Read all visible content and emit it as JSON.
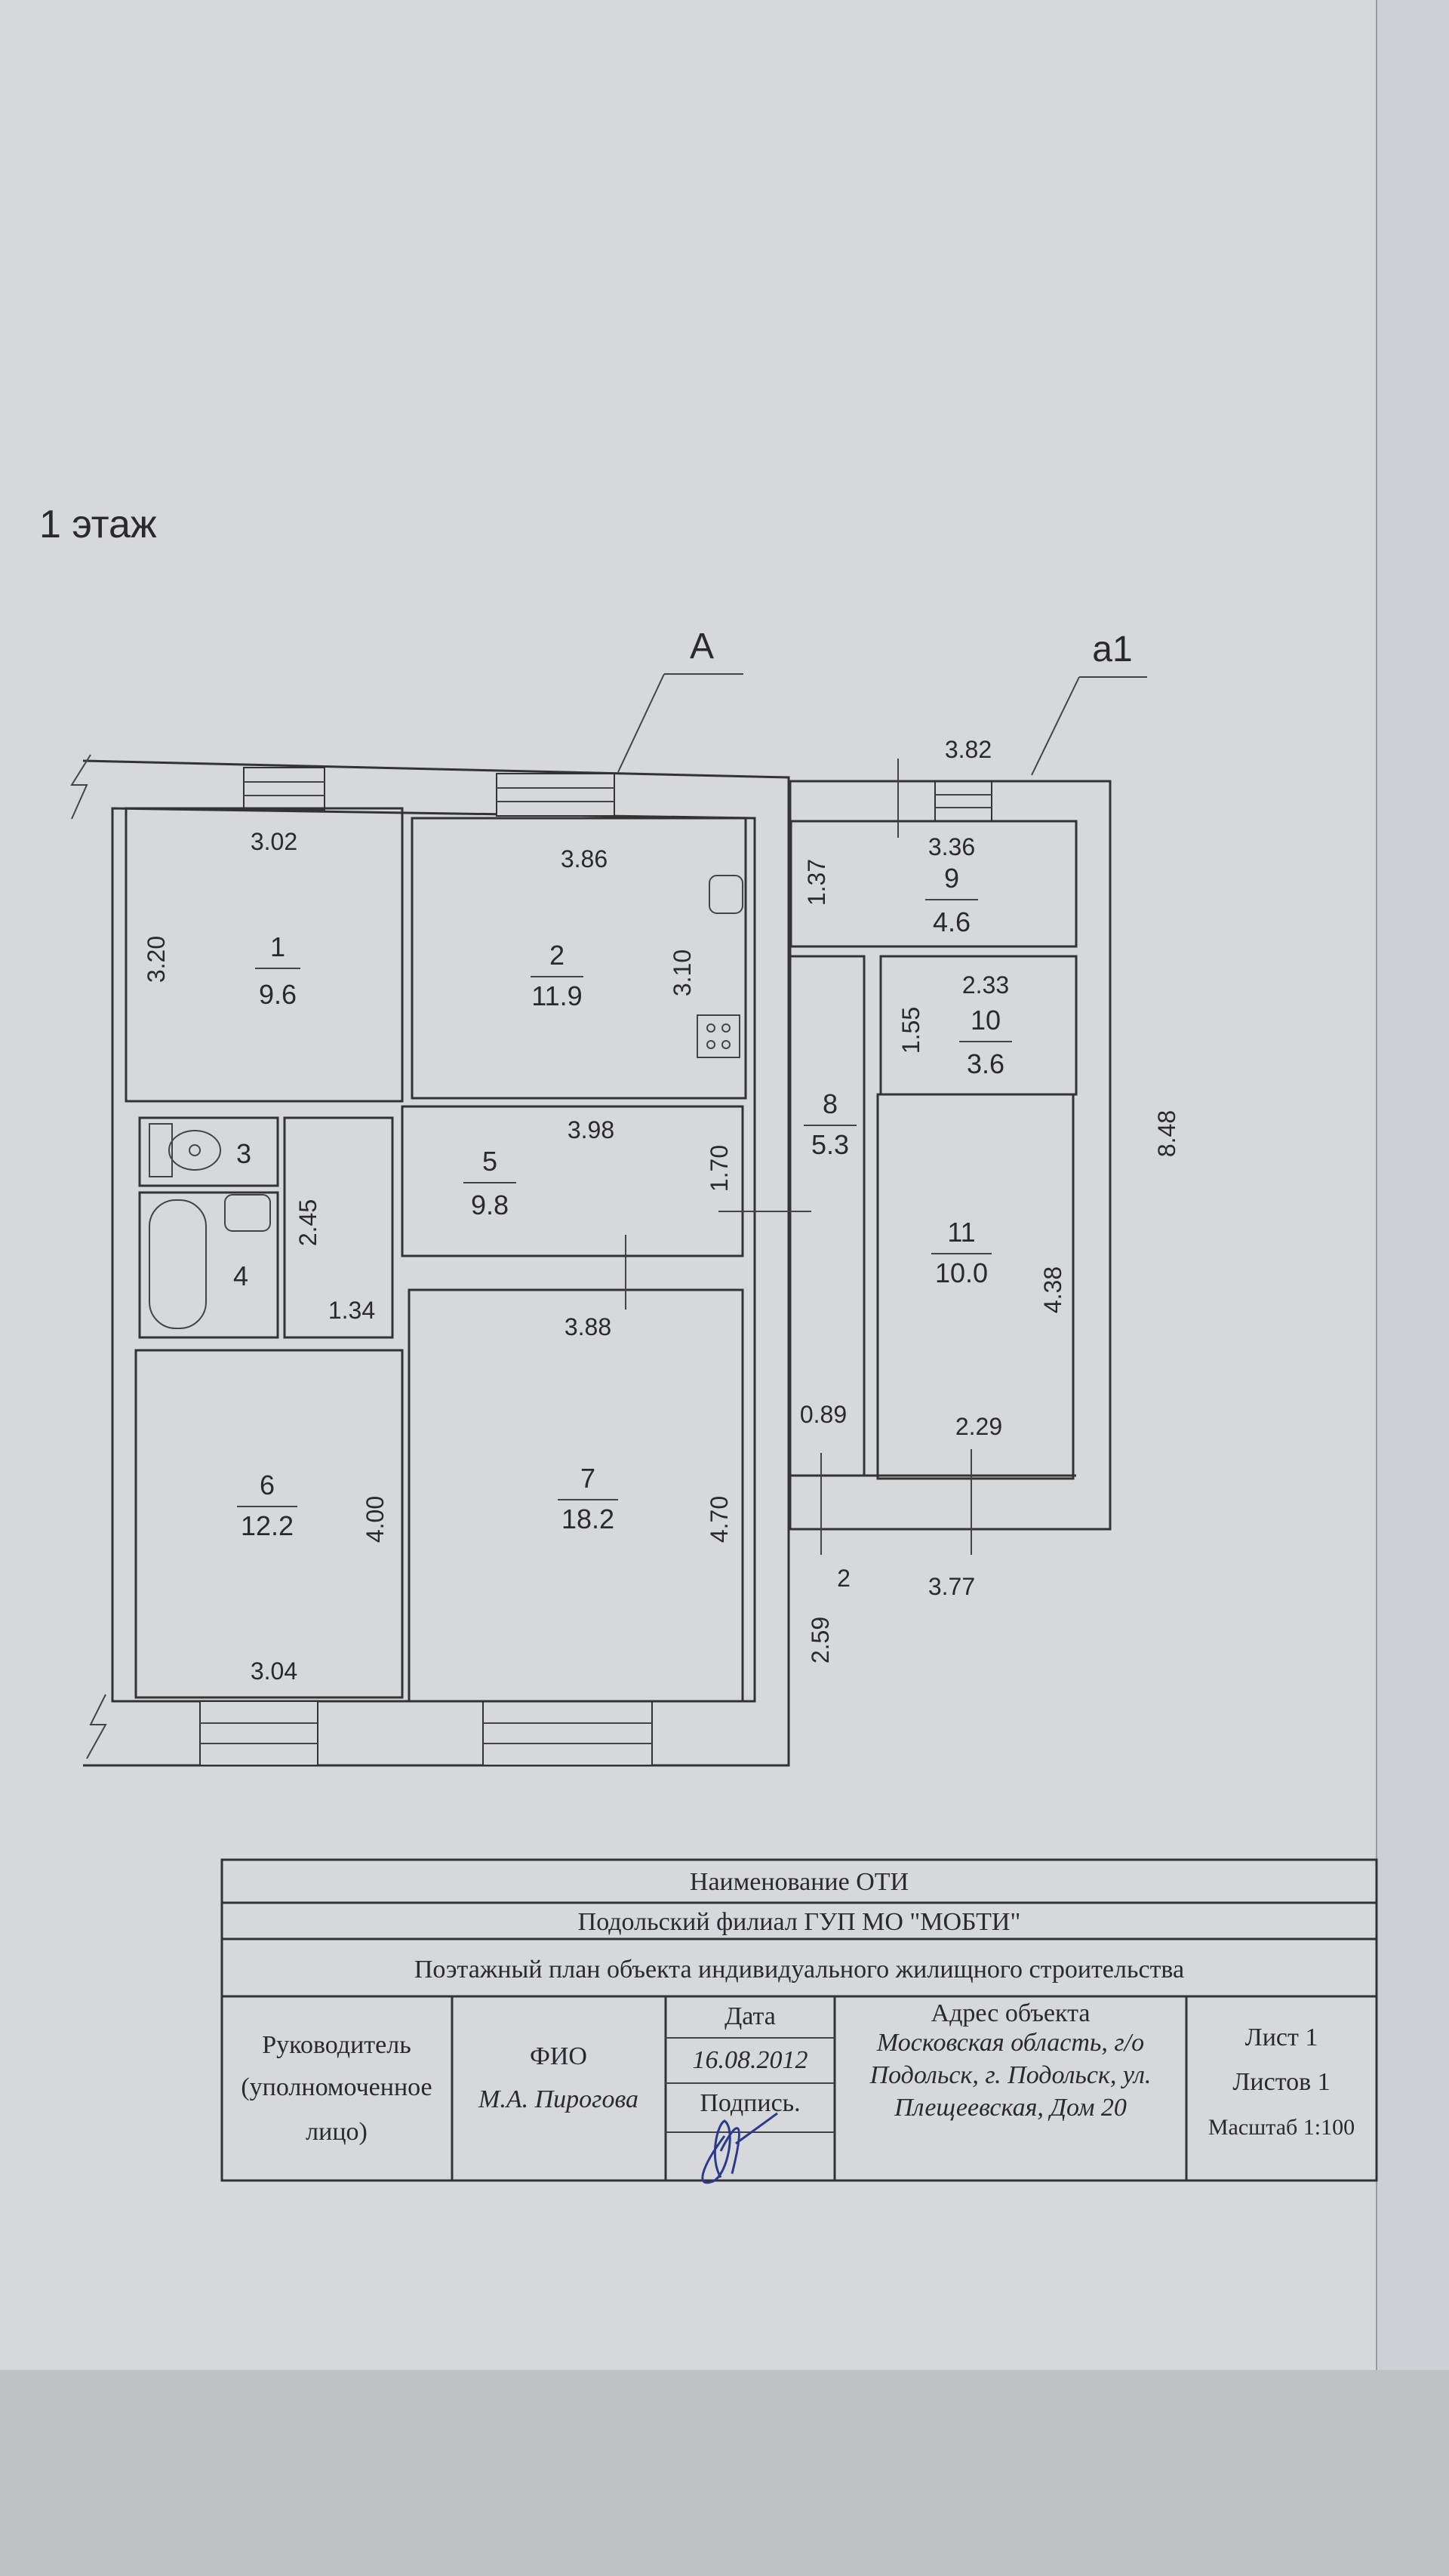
{
  "floor_title": "1 этаж",
  "axis_labels": {
    "main": "A",
    "annex": "a1"
  },
  "rooms": [
    {
      "number": "1",
      "area": "9.6"
    },
    {
      "number": "2",
      "area": "11.9"
    },
    {
      "number": "3",
      "area": ""
    },
    {
      "number": "4",
      "area": ""
    },
    {
      "number": "5",
      "area": "9.8"
    },
    {
      "number": "6",
      "area": "12.2"
    },
    {
      "number": "7",
      "area": "18.2"
    },
    {
      "number": "8",
      "area": "5.3"
    },
    {
      "number": "9",
      "area": "4.6"
    },
    {
      "number": "10",
      "area": "3.6"
    },
    {
      "number": "11",
      "area": "10.0"
    }
  ],
  "dimensions": {
    "r1_width": "3.02",
    "r1_height": "3.20",
    "r2_width": "3.86",
    "r2_height": "3.10",
    "r5_width": "3.98",
    "r5_height": "1.70",
    "corridor_height": "2.45",
    "corridor_width": "1.34",
    "r7_width": "3.88",
    "r7_height": "4.70",
    "r6_height": "4.00",
    "r6_width": "3.04",
    "annex_top": "3.82",
    "r9_width": "3.36",
    "r9_height": "1.37",
    "r10_width": "2.33",
    "r10_height": "1.55",
    "r11_height": "4.38",
    "r11_width": "2.29",
    "r8_width": "0.89",
    "porch_a": "2",
    "annex_bottom": "3.77",
    "porch_b": "2.59",
    "annex_height": "8.48"
  },
  "title_block": {
    "row1": "Наименование ОТИ",
    "row2": "Подольский филиал ГУП МО \"МОБТИ\"",
    "row3": "Поэтажный план объекта индивидуального жилищного строительства",
    "head_line1": "Руководитель",
    "head_line2": "(уполномоченное",
    "head_line3": "лицо)",
    "fio_label": "ФИО",
    "fio_value": "М.А. Пирогова",
    "date_label": "Дата",
    "date_value": "16.08.2012",
    "signature_label": "Подпись.",
    "address_label": "Адрес объекта",
    "address_line1": "Московская область, г/о",
    "address_line2": "Подольск, г. Подольск, ул.",
    "address_line3": "Плещеевская, Дом 20",
    "sheet": "Лист 1",
    "sheets": "Листов 1",
    "scale": "Масштаб 1:100"
  }
}
